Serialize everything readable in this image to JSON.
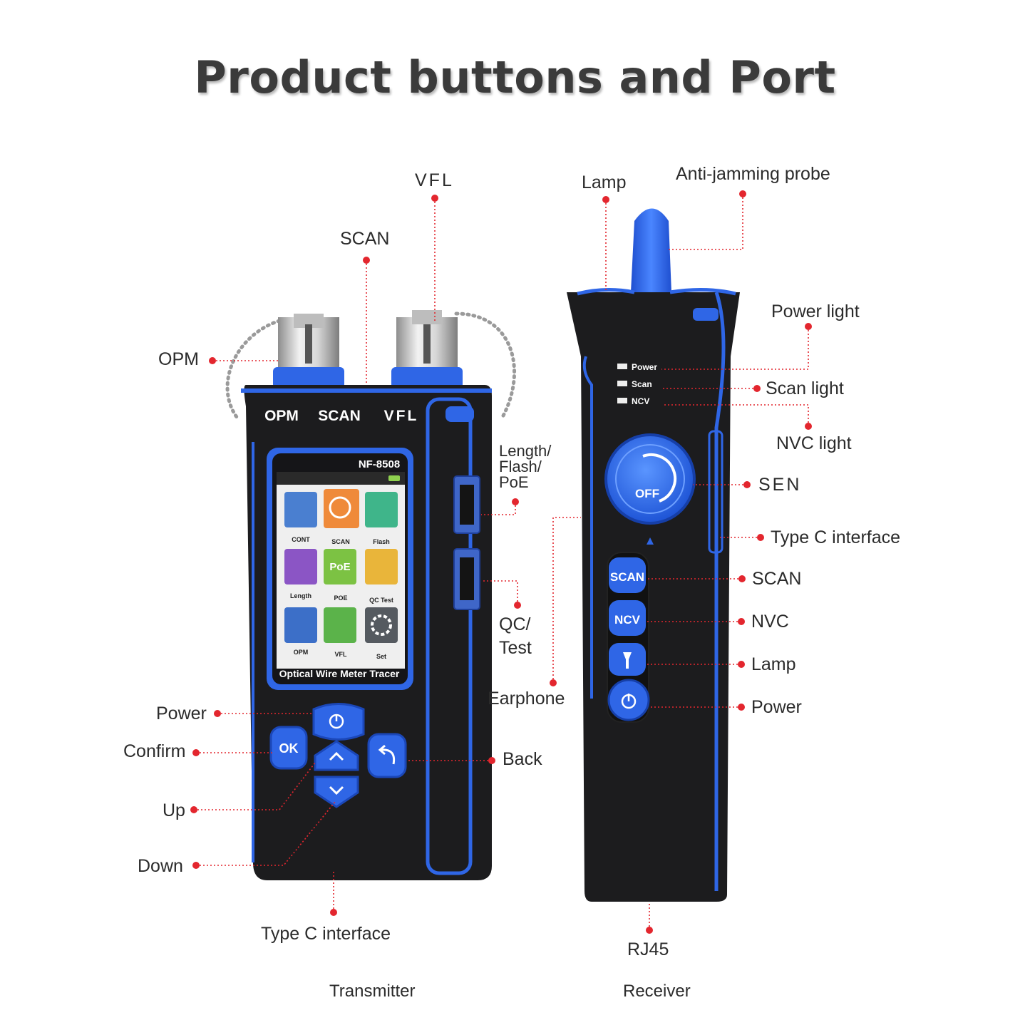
{
  "headline": "Product buttons and Port",
  "colors": {
    "accent_blue": "#2f66e6",
    "body_black": "#1c1c1e",
    "leader_red": "#e3262e"
  },
  "transmitter": {
    "caption": "Transmitter",
    "model": "NF-8508",
    "top_ports": [
      "OPM",
      "SCAN",
      "VFL"
    ],
    "screen_footer": "Optical Wire Meter Tracer",
    "screen_apps": [
      "CONT",
      "SCAN",
      "Flash",
      "Length",
      "POE",
      "QC Test",
      "OPM",
      "VFL",
      "Set"
    ],
    "poe_tile_text": "PoE",
    "ok_key": "OK",
    "labels": {
      "vfl": "VFL",
      "scan": "SCAN",
      "opm": "OPM",
      "length_flash_poe": "Length/ Flash/ PoE",
      "qc_test": "QC/ Test",
      "power": "Power",
      "confirm": "Confirm",
      "back": "Back",
      "up": "Up",
      "down": "Down",
      "type_c": "Type C interface"
    }
  },
  "receiver": {
    "caption": "Receiver",
    "indicators": [
      "Power",
      "Scan",
      "NCV"
    ],
    "knob_text": "OFF",
    "keys": [
      "SCAN",
      "NCV"
    ],
    "labels": {
      "lamp_top": "Lamp",
      "anti_jamming": "Anti-jamming probe",
      "power_light": "Power light",
      "scan_light": "Scan light",
      "nvc_light": "NVC light",
      "sen": "SEN",
      "type_c": "Type C interface",
      "scan": "SCAN",
      "nvc": "NVC",
      "lamp": "Lamp",
      "power": "Power",
      "earphone": "Earphone",
      "rj45": "RJ45"
    }
  }
}
